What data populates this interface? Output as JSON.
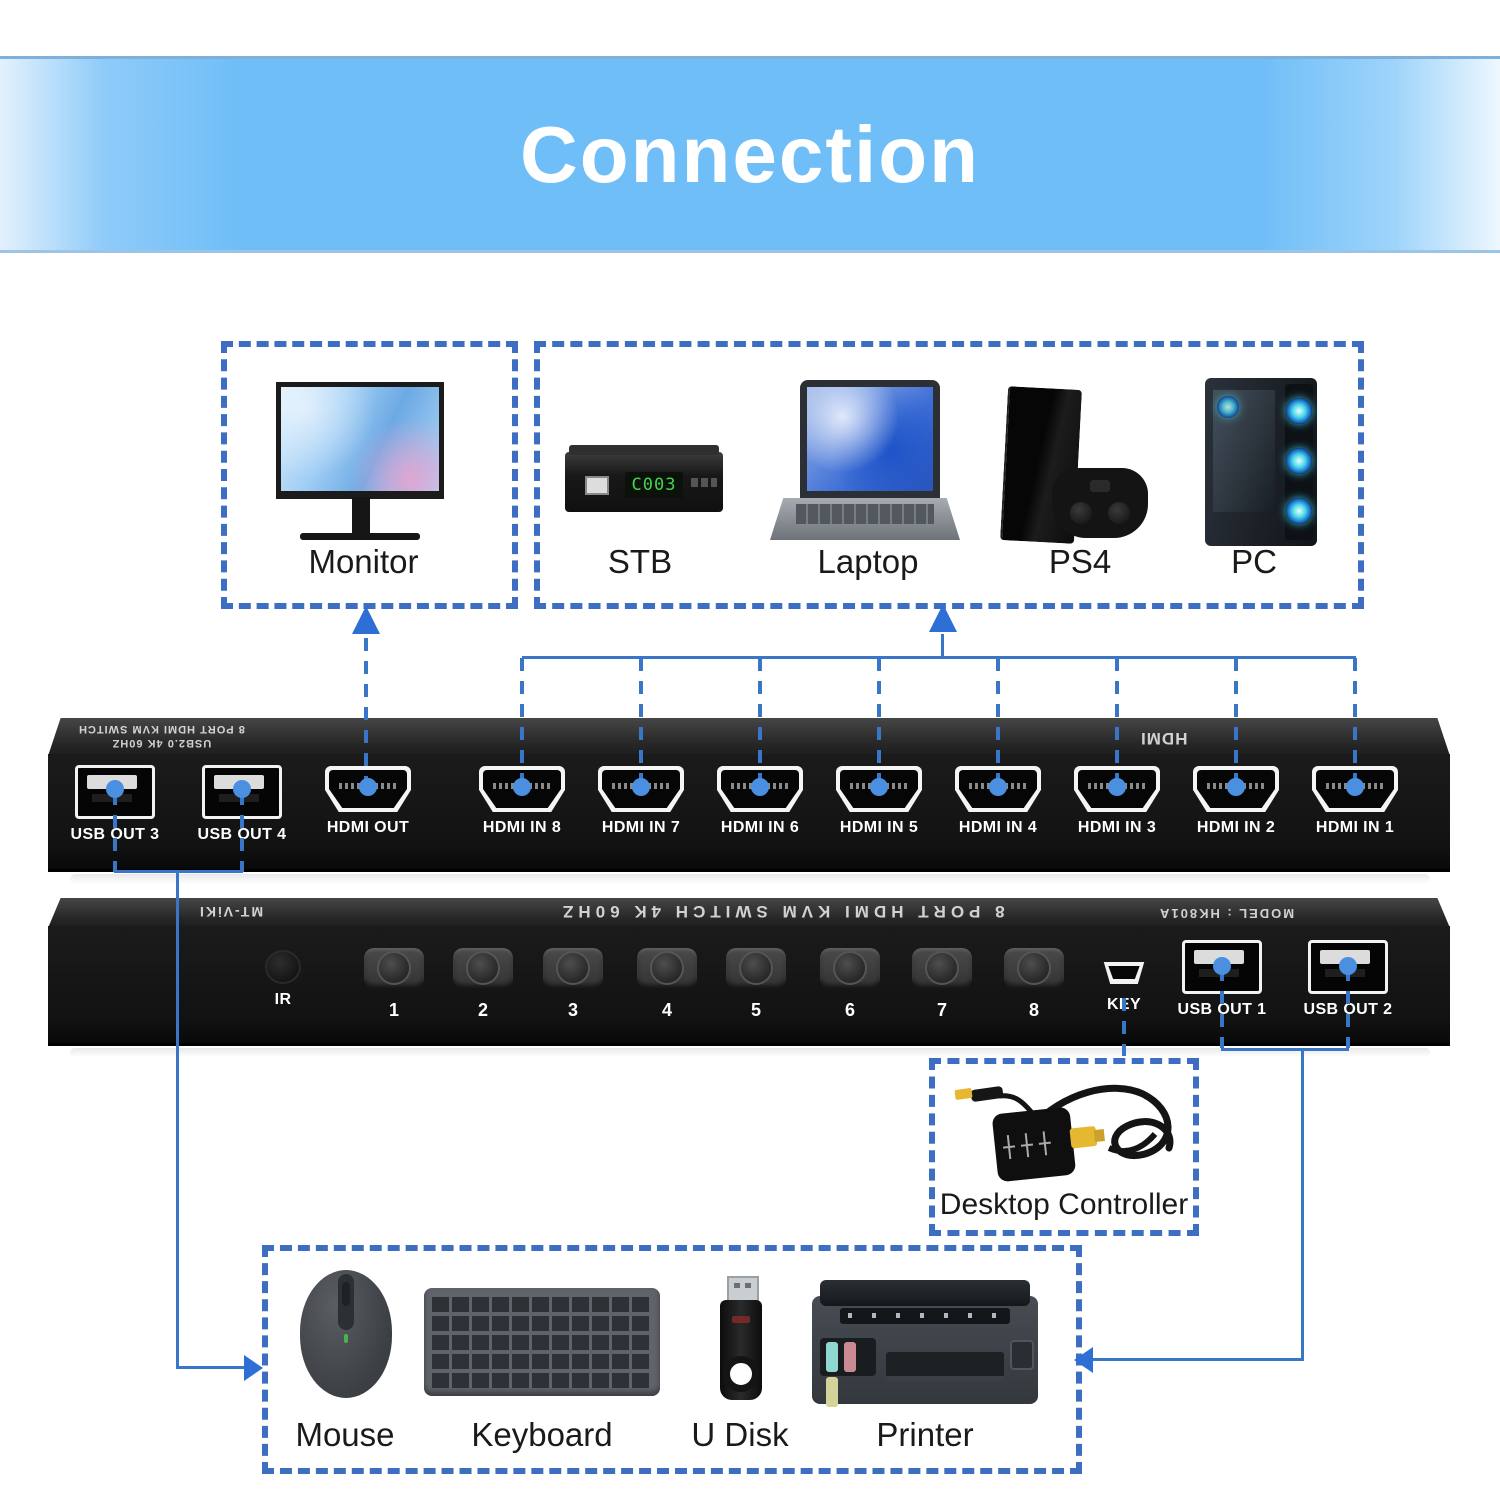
{
  "title": "Connection",
  "colors": {
    "banner_blue": "#6fbef8",
    "dash_border_blue": "#3d6ec1",
    "line_blue": "#3a76c8",
    "dot_blue": "#4a8fe0",
    "arrow_blue": "#2e6fd6",
    "stb_display_green": "#46d34a"
  },
  "boxes": {
    "monitor": {
      "label": "Monitor"
    },
    "sources": {
      "items": [
        {
          "label": "STB"
        },
        {
          "label": "Laptop"
        },
        {
          "label": "PS4"
        },
        {
          "label": "PC"
        }
      ]
    },
    "controller": {
      "label": "Desktop Controller"
    },
    "peripherals": {
      "items": [
        {
          "label": "Mouse"
        },
        {
          "label": "Keyboard"
        },
        {
          "label": "U Disk"
        },
        {
          "label": "Printer"
        }
      ]
    }
  },
  "stb": {
    "display": "C003"
  },
  "back_panel": {
    "print_line1": "8 PORT HDMI KVM SWITCH",
    "print_line2": "USB2.0  4K 60HZ",
    "hdmi_logo": "HDMI",
    "ports": [
      {
        "label": "USB OUT 3"
      },
      {
        "label": "USB OUT 4"
      },
      {
        "label": "HDMI OUT"
      },
      {
        "label": "HDMI IN 8"
      },
      {
        "label": "HDMI IN 7"
      },
      {
        "label": "HDMI IN 6"
      },
      {
        "label": "HDMI IN 5"
      },
      {
        "label": "HDMI IN 4"
      },
      {
        "label": "HDMI IN 3"
      },
      {
        "label": "HDMI IN 2"
      },
      {
        "label": "HDMI IN 1"
      }
    ]
  },
  "front_panel": {
    "brand": "MT-ViKI",
    "print": "8 PORT HDMI KVM SWITCH  4K 60HZ",
    "model": "MODEL : HK801A",
    "ir_label": "IR",
    "buttons": [
      "1",
      "2",
      "3",
      "4",
      "5",
      "6",
      "7",
      "8"
    ],
    "key_label": "KEY",
    "usb1_label": "USB OUT 1",
    "usb2_label": "USB OUT 2"
  }
}
